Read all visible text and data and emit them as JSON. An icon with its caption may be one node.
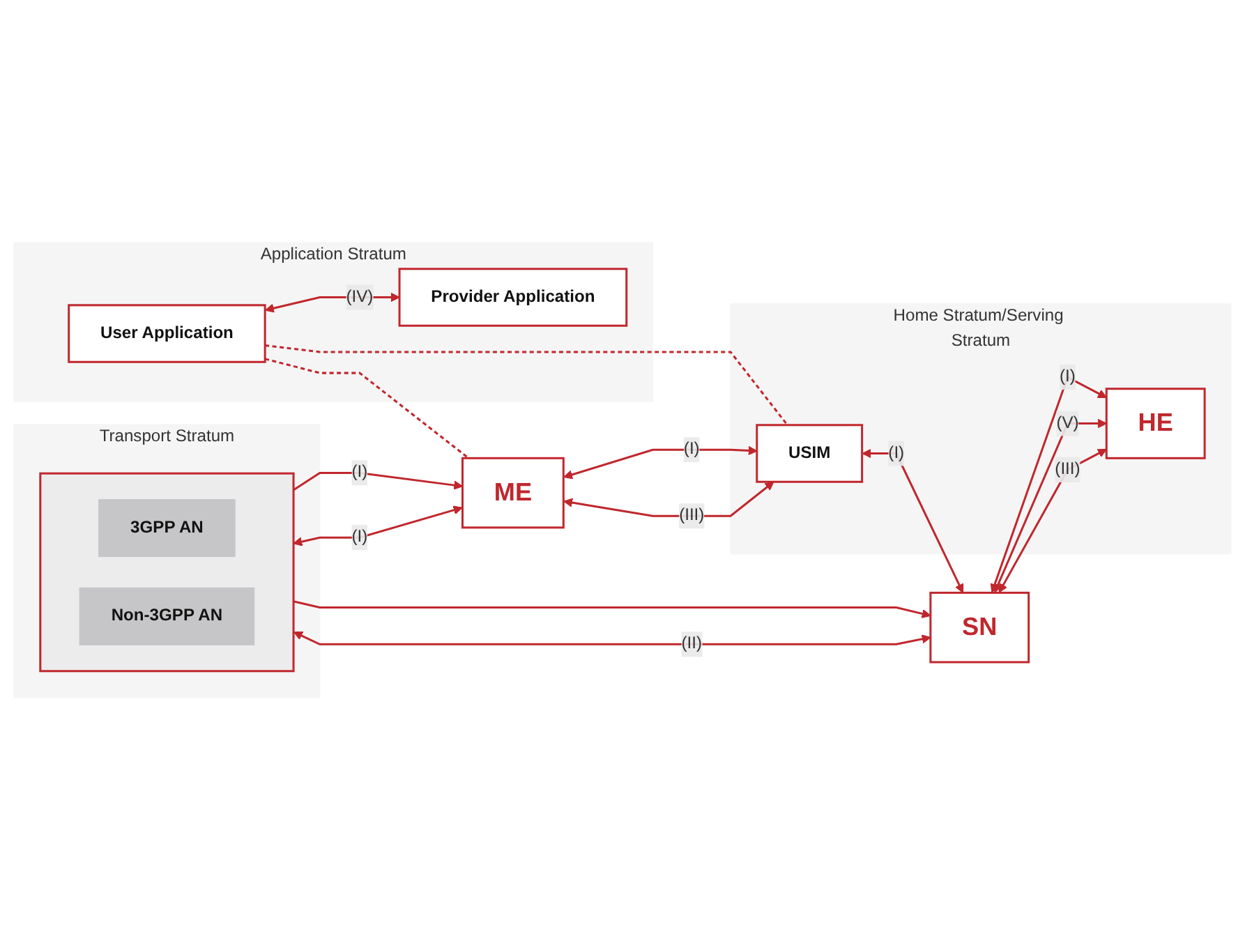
{
  "diagram": {
    "nodes": [
      {
        "text": [
          "Application Stratum"
        ]
      },
      {
        "text": [
          "User Application"
        ],
        "in": 0
      },
      {
        "text": [
          "Provider Application"
        ],
        "in": 0
      },
      {
        "text": [
          "Home Stratum/Serving Stratum"
        ]
      },
      {
        "text": [
          "ME"
        ]
      },
      {
        "text": [
          "USIM"
        ],
        "in": 3
      },
      {
        "text": [
          "SN"
        ]
      },
      {
        "text": [
          "HE"
        ],
        "in": 3
      },
      {
        "text": [
          "Transport Stratum"
        ]
      },
      {
        "text": [],
        "shape": "box",
        "in": 8
      },
      {
        "text": [
          "3GPP AN"
        ],
        "in": 9
      },
      {
        "text": [
          "Non-3GPP AN"
        ],
        "in": 9
      }
    ],
    "edges": [
      {
        "from": 1,
        "to": 2,
        "arrow": "both",
        "label": "(IV)"
      },
      {
        "from": 1,
        "to": 4,
        "arrow": "none",
        "style": "dashed"
      },
      {
        "from": 1,
        "to": 5,
        "arrow": "none",
        "style": "dashed"
      },
      {
        "from": 4,
        "to": 5,
        "arrow": "both",
        "label": "(I)"
      },
      {
        "from": 4,
        "to": 5,
        "arrow": "both",
        "label": "(III)"
      },
      {
        "from": 5,
        "to": 6,
        "arrow": "both",
        "label": "(I)"
      },
      {
        "from": 6,
        "to": 7,
        "arrow": "both",
        "label": "(I)"
      },
      {
        "from": 6,
        "to": 7,
        "arrow": "both",
        "label": "(V)"
      },
      {
        "from": 6,
        "to": 7,
        "arrow": "both",
        "label": "(III)"
      },
      {
        "from": 9,
        "to": 4,
        "arrow": "to",
        "label": "(I)"
      },
      {
        "from": 9,
        "to": 6,
        "arrow": "to"
      },
      {
        "from": 4,
        "to": 9,
        "arrow": "both",
        "label": "(I)"
      },
      {
        "from": 9,
        "to": 6,
        "arrow": "both",
        "label": "(II)"
      }
    ]
  }
}
